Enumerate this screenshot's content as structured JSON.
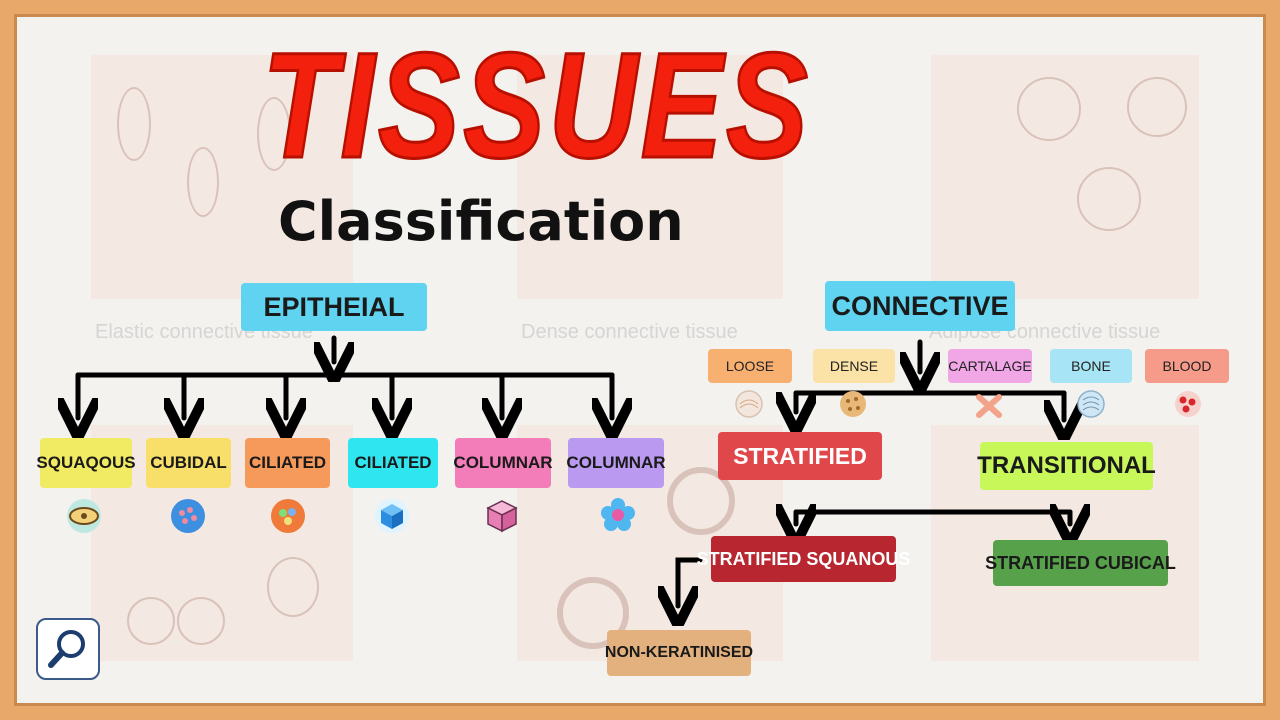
{
  "title": "TISSUES",
  "subtitle": "Classification",
  "background_captions": [
    "Elastic connective tissue",
    "Dense connective tissue",
    "Adipose connective tissue"
  ],
  "epithelial": {
    "label": "EPITHEIAL",
    "color": "#5fd3ef",
    "children": [
      {
        "label": "SQUAQOUS",
        "color": "#f1ea63",
        "icon": "squamous-cell-icon"
      },
      {
        "label": "CUBIDAL",
        "color": "#f8df6a",
        "icon": "cuboidal-cell-icon"
      },
      {
        "label": "CILIATED",
        "color": "#f59a5a",
        "icon": "ciliated-cell-icon"
      },
      {
        "label": "CILIATED",
        "color": "#2fe6f0",
        "icon": "cube-icon"
      },
      {
        "label": "COLUMNAR",
        "color": "#f27db8",
        "icon": "prism-icon"
      },
      {
        "label": "COLUMNAR",
        "color": "#b99af0",
        "icon": "flower-cell-icon"
      }
    ]
  },
  "connective": {
    "label": "CONNECTIVE",
    "color": "#5fd3ef",
    "types": [
      {
        "label": "LOOSE",
        "color": "#f8b070",
        "icon": "loose-tissue-icon"
      },
      {
        "label": "DENSE",
        "color": "#fbe3a8",
        "icon": "dense-tissue-icon"
      },
      {
        "label": "CARTALAGE",
        "color": "#f1a6e6",
        "icon": "cartilage-icon"
      },
      {
        "label": "BONE",
        "color": "#a7e4f6",
        "icon": "bone-icon"
      },
      {
        "label": "BLOOD",
        "color": "#f69b8a",
        "icon": "blood-cell-icon"
      }
    ],
    "stratified": {
      "label": "STRATIFIED",
      "color": "#e0474a"
    },
    "transitional": {
      "label": "TRANSITIONAL",
      "color": "#c8f75a"
    },
    "stratified_squamous": {
      "label": "STRATIFIED SQUANOUS",
      "color": "#b8262f"
    },
    "stratified_cubical": {
      "label": "STRATIFIED CUBICAL",
      "color": "#57a14a"
    },
    "non_keratinised": {
      "label": "NON-KERATINISED",
      "color": "#e2b17e"
    }
  },
  "colors": {
    "title_red": "#f4200e",
    "frame": "#e7a86a",
    "arrow": "#000000"
  },
  "corner_icon": "magnifier-icon"
}
